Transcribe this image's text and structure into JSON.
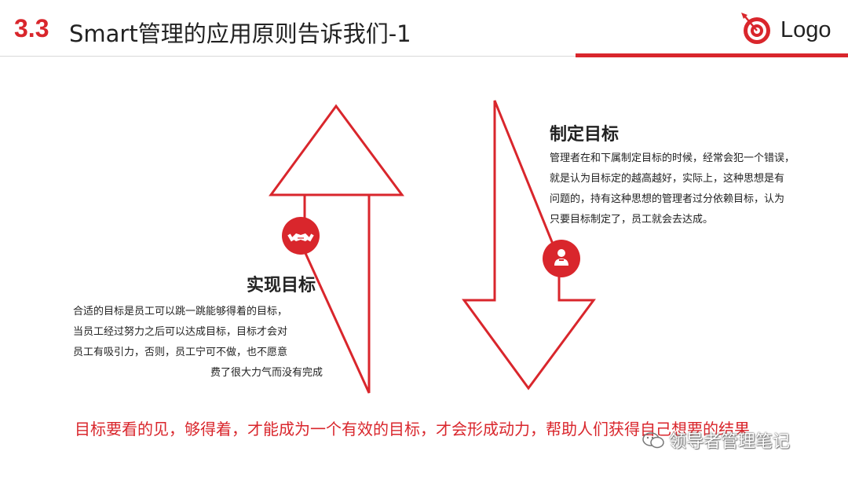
{
  "header": {
    "section_number": "3.3",
    "title": "Smart管理的应用原则告诉我们-1",
    "logo_text": "Logo"
  },
  "right_block": {
    "title": "制定目标",
    "lines": [
      "管理者在和下属制定目标的时候，经常会犯一个错误，",
      "就是认为目标定的越高越好，实际上，这种思想是有",
      "问题的，持有这种思想的管理者过分依赖目标，认为",
      "只要目标制定了，员工就会去达成。"
    ],
    "icon": "person-icon"
  },
  "left_block": {
    "title": "实现目标",
    "lines": [
      "合适的目标是员工可以跳一跳能够得着的目标，",
      "当员工经过努力之后可以达成目标，目标才会对",
      "员工有吸引力，否则，员工宁可不做，也不愿意",
      "费了很大力气而没有完成"
    ],
    "icon": "handshake-icon"
  },
  "conclusion": "目标要看的见，够得着，才能成为一个有效的目标，才会形成动力，帮助人们获得自己想要的结果",
  "watermark": "领导者管理笔记",
  "colors": {
    "accent": "#d9262c",
    "text": "#222222"
  }
}
